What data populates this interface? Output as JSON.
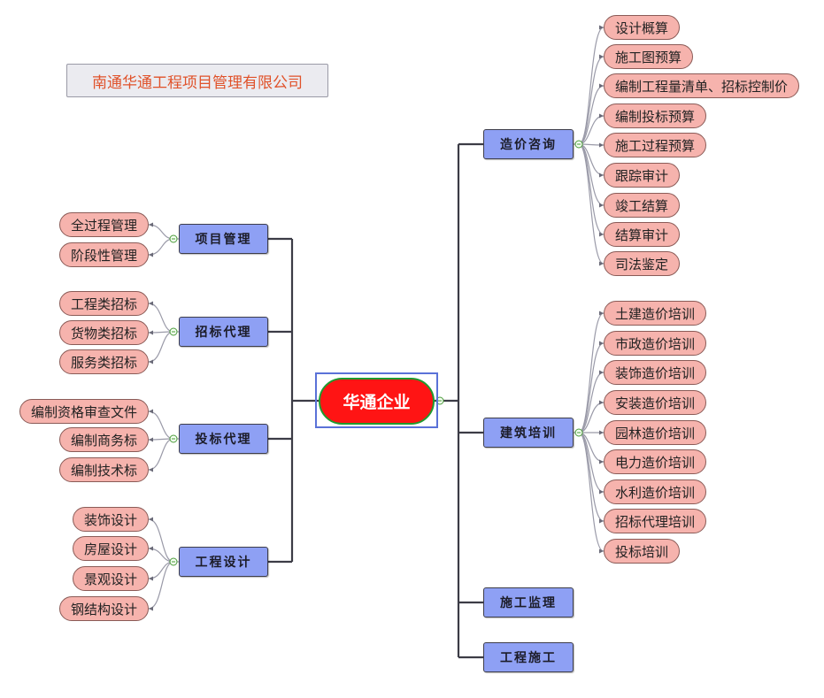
{
  "company_name": "南通华通工程项目管理有限公司",
  "root": "华通企业",
  "colors": {
    "root_fill": "#ff1414",
    "root_border": "#1f9a2f",
    "branch_fill": "#8ea0f4",
    "leaf_fill": "#f6b3ad",
    "title_text": "#e0522a"
  },
  "left_branches": [
    {
      "label": "项目管理",
      "children": [
        "全过程管理",
        "阶段性管理"
      ]
    },
    {
      "label": "招标代理",
      "children": [
        "工程类招标",
        "货物类招标",
        "服务类招标"
      ]
    },
    {
      "label": "投标代理",
      "children": [
        "编制资格审查文件",
        "编制商务标",
        "编制技术标"
      ]
    },
    {
      "label": "工程设计",
      "children": [
        "装饰设计",
        "房屋设计",
        "景观设计",
        "钢结构设计"
      ]
    }
  ],
  "right_branches": [
    {
      "label": "造价咨询",
      "children": [
        "设计概算",
        "施工图预算",
        "编制工程量清单、招标控制价",
        "编制投标预算",
        "施工过程预算",
        "跟踪审计",
        "竣工结算",
        "结算审计",
        "司法鉴定"
      ]
    },
    {
      "label": "建筑培训",
      "children": [
        "土建造价培训",
        "市政造价培训",
        "装饰造价培训",
        "安装造价培训",
        "园林造价培训",
        "电力造价培训",
        "水利造价培训",
        "招标代理培训",
        "投标培训"
      ]
    },
    {
      "label": "施工监理",
      "children": []
    },
    {
      "label": "工程施工",
      "children": []
    }
  ]
}
